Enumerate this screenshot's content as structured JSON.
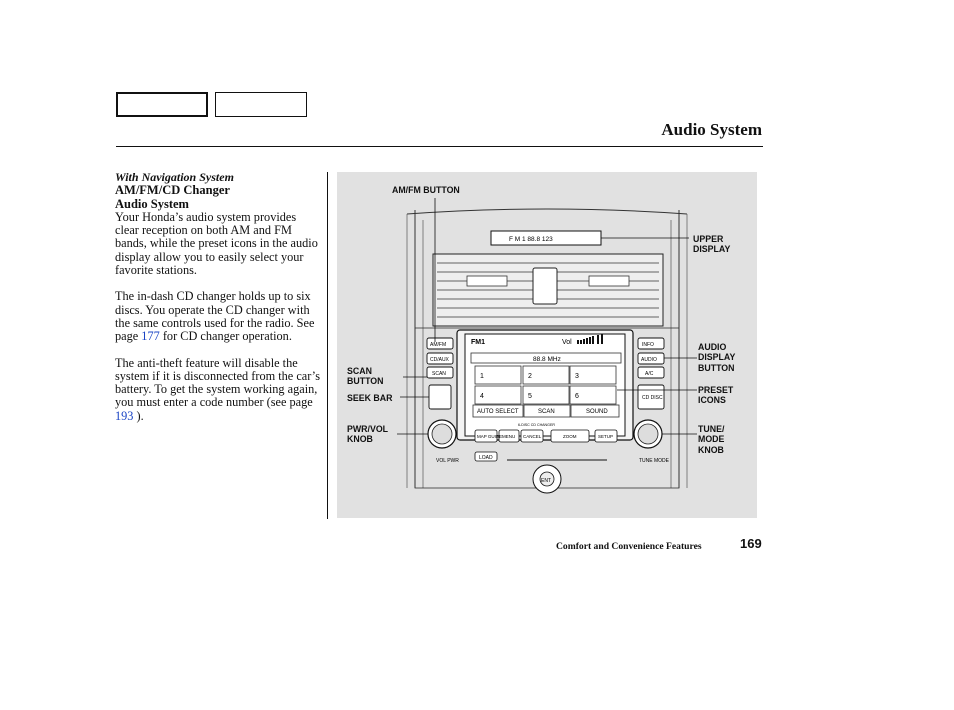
{
  "header": {
    "title": "Audio System"
  },
  "left": {
    "subhead": "With Navigation System",
    "heading_line1": "AM/FM/CD Changer",
    "heading_line2": "Audio System",
    "para1": "Your Honda’s audio system provides clear reception on both AM and FM bands, while the preset icons in the audio display allow you to easily select your favorite stations.",
    "para2_a": "The in-dash CD changer holds up to six discs. You operate the CD changer with the same controls used for the radio. See page ",
    "para2_link": "177",
    "para2_b": " for CD changer operation.",
    "para3_a": "The anti-theft feature will disable the system if it is disconnected from the car’s battery. To get the system working again, you must enter a code number (see page ",
    "para3_link": "193",
    "para3_b": " )."
  },
  "figure": {
    "callouts": {
      "am_fm_button": "AM/FM BUTTON",
      "upper_display": "UPPER\nDISPLAY",
      "audio_display_button": "AUDIO\nDISPLAY\nBUTTON",
      "preset_icons": "PRESET\nICONS",
      "tune_mode_knob": "TUNE/\nMODE\nKNOB",
      "scan_button": "SCAN\nBUTTON",
      "seek_bar": "SEEK BAR",
      "pwr_vol_knob": "PWR/VOL\nKNOB"
    },
    "panel": {
      "upper_display_text": "F M 1   88.8   123",
      "screen_band": "FM1",
      "screen_vol": "Vol",
      "screen_freq": "88.8 MHz",
      "presets": [
        "1",
        "2",
        "3",
        "4",
        "5",
        "6"
      ],
      "bottom_buttons": [
        "AUTO SELECT",
        "SCAN",
        "SOUND"
      ],
      "left_buttons": [
        "AM/FM",
        "CD/AUX",
        "SCAN"
      ],
      "right_buttons": [
        "INFO",
        "AUDIO",
        "A/C",
        "CD DISC"
      ],
      "nav_buttons": [
        "MAP GUIDE",
        "MENU",
        "CANCEL",
        "ZOOM",
        "SETUP"
      ],
      "knob_labels": [
        "VOL PWR",
        "TUNE MODE"
      ],
      "enter_label": "ENT",
      "load_label": "LOAD",
      "changer_label": "6-DISC CD CHANGER"
    }
  },
  "footer": {
    "section": "Comfort and Convenience Features",
    "page_number": "169"
  }
}
